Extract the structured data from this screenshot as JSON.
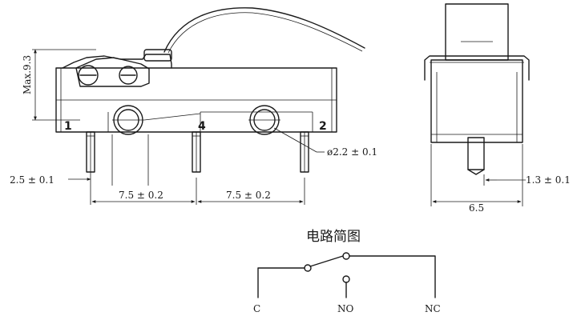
{
  "dimensions": {
    "max_height": "Max.9.3",
    "pin_offset": "2.5 ± 0.1",
    "pitch_left": "7.5 ± 0.2",
    "pitch_right": "7.5 ± 0.2",
    "hole_dia": "ø2.2 ± 0.1",
    "side_thickness": "1.3 ± 0.1",
    "side_width": "6.5"
  },
  "terminals": {
    "t1": "1",
    "t4": "4",
    "t2": "2"
  },
  "circuit": {
    "title": "电路简图",
    "c": "C",
    "no": "NO",
    "nc": "NC"
  }
}
